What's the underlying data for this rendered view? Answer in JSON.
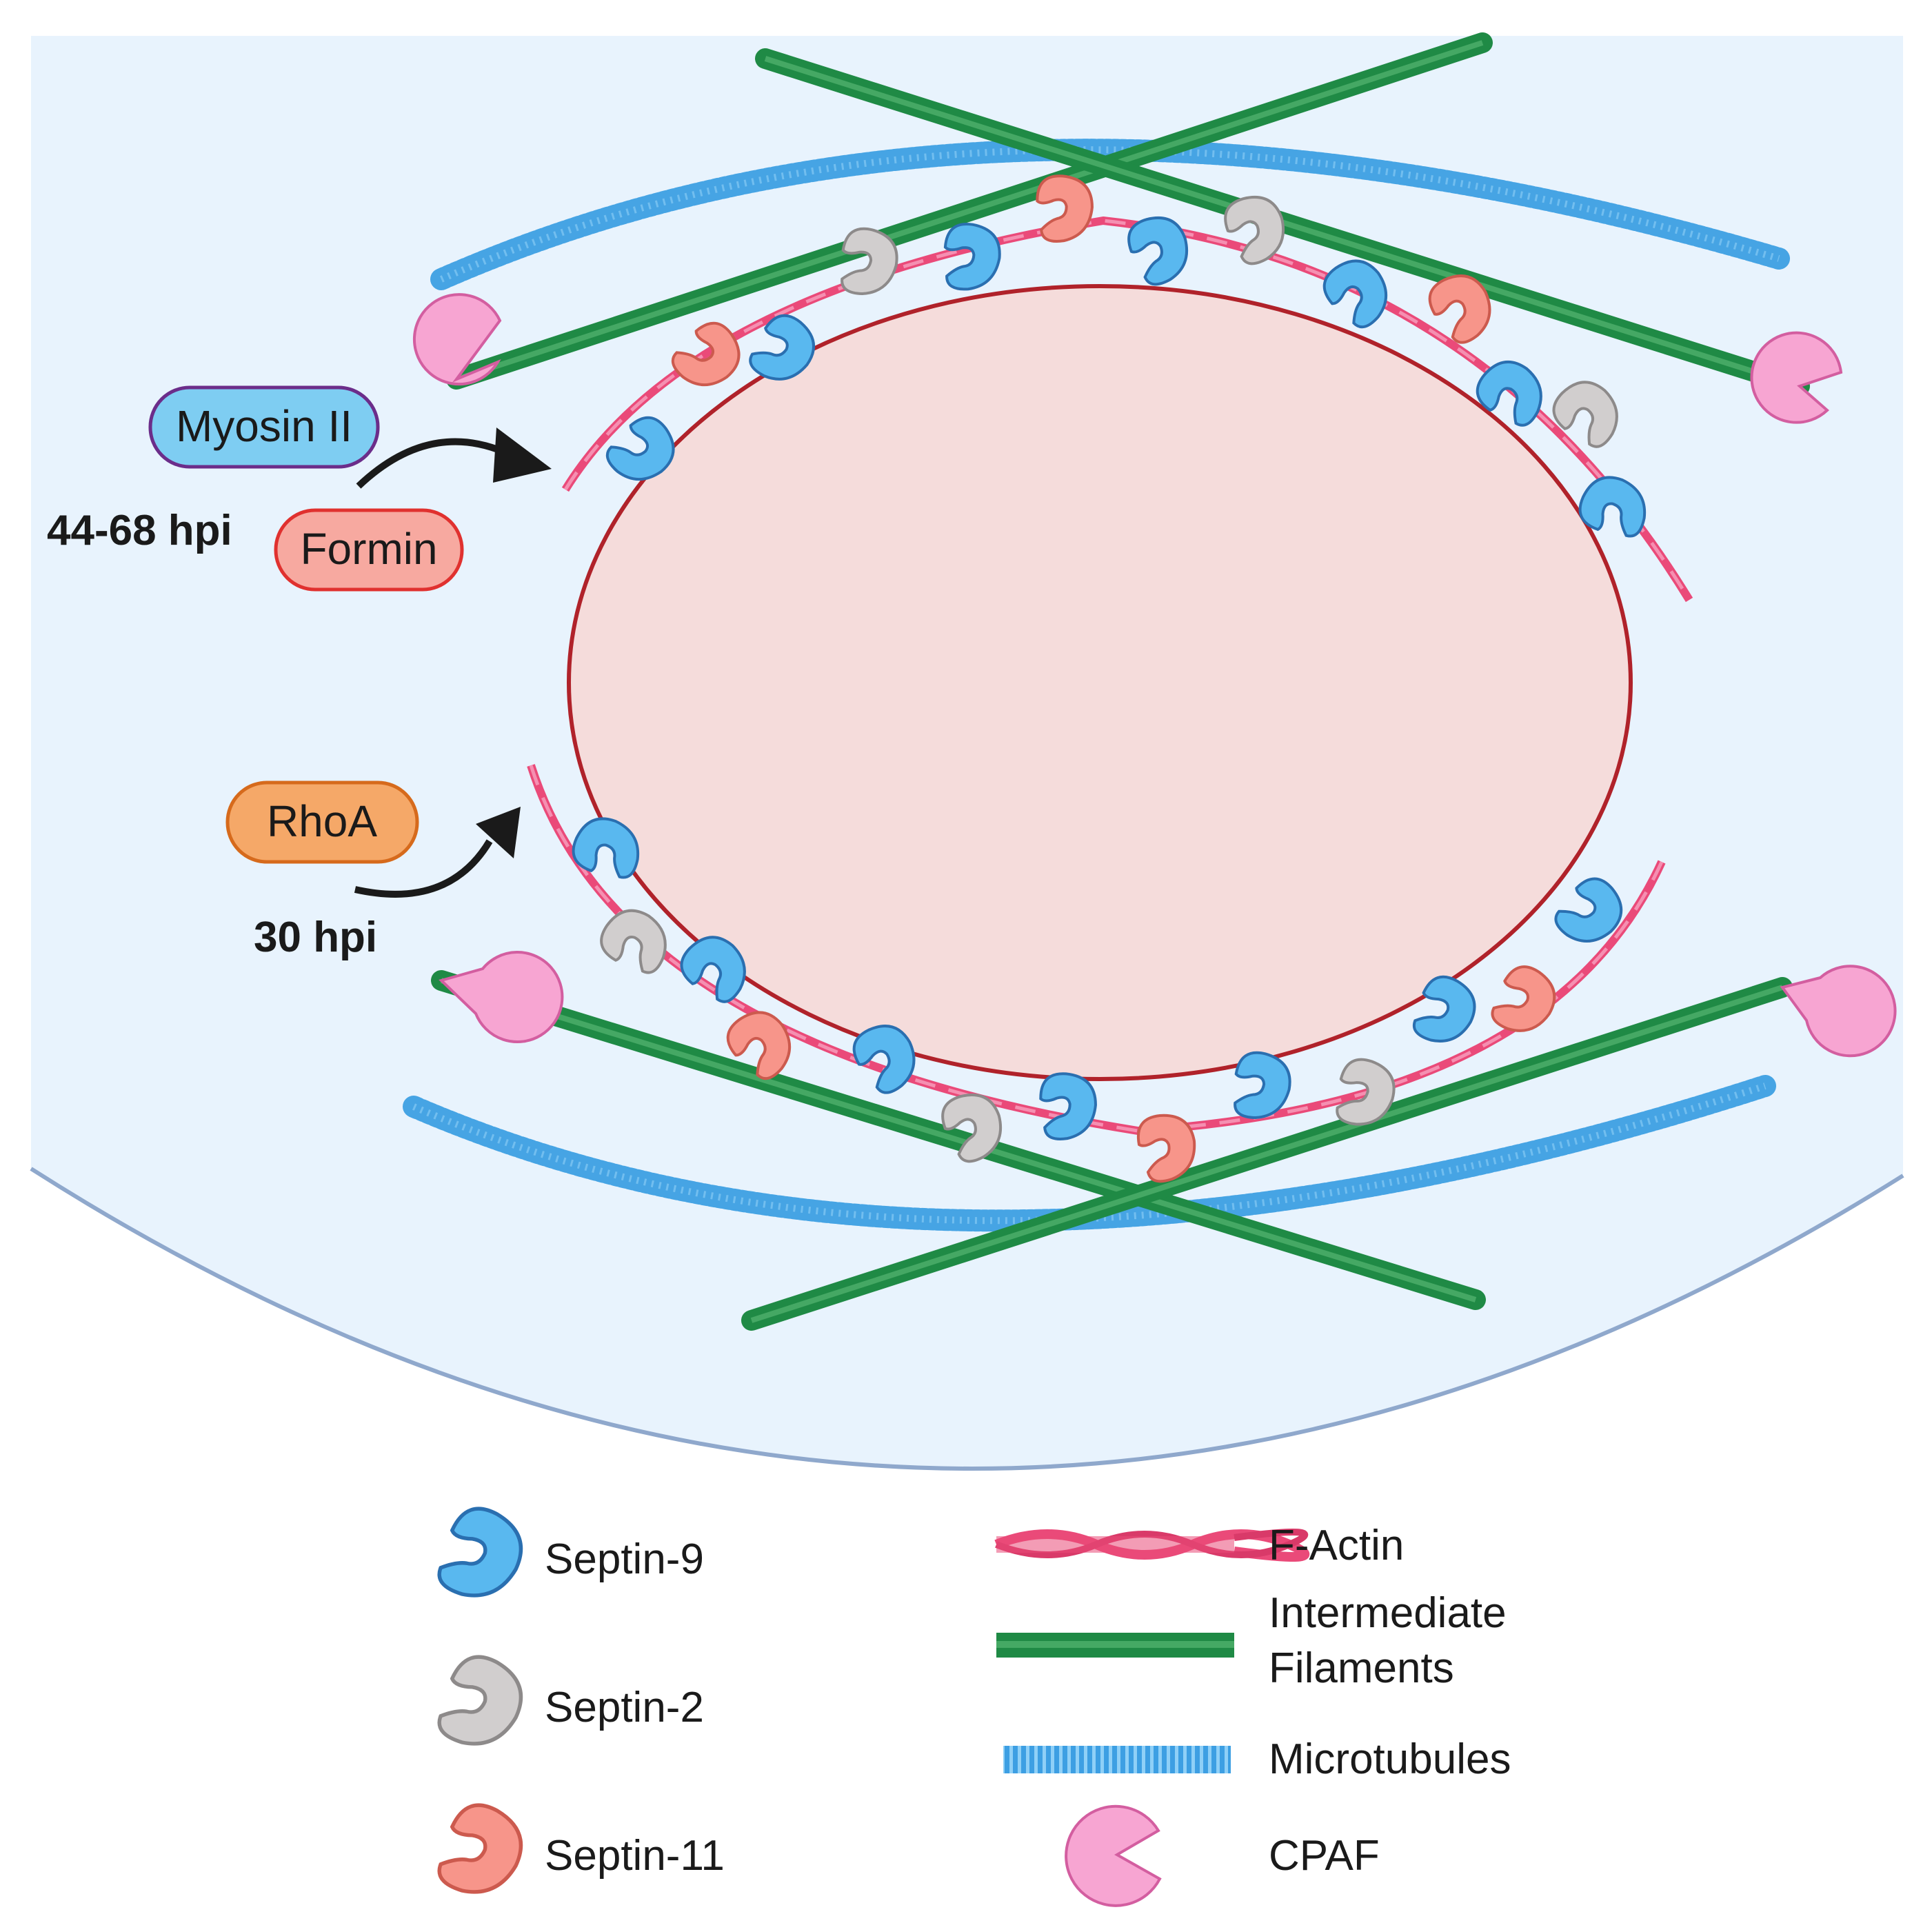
{
  "regulators": {
    "myosin": {
      "label": "Myosin II",
      "fill": "#7ecdf2",
      "stroke": "#6b2d8a"
    },
    "formin": {
      "label": "Formin",
      "fill": "#f7a9a0",
      "stroke": "#e0312f"
    },
    "rhoa": {
      "label": "RhoA",
      "fill": "#f5a868",
      "stroke": "#d66a1c"
    }
  },
  "timepoints": {
    "late": "44-68 hpi",
    "early": "30 hpi"
  },
  "legend": {
    "septin9": "Septin-9",
    "septin2": "Septin-2",
    "septin11": "Septin-11",
    "factin": "F-Actin",
    "intermediate_line1": "Intermediate",
    "intermediate_line2": "Filaments",
    "microtubules": "Microtubules",
    "cpaf": "CPAF"
  },
  "colors": {
    "cell_fill": "#e8f3fd",
    "cell_edge": "#8fa8cc",
    "inclusion_fill": "#f5dcdb",
    "inclusion_edge": "#b0222a",
    "septin9": "#59b8ef",
    "septin2": "#d1cece",
    "septin11": "#f7958a",
    "factin": "#ea4a79",
    "intermediate_filament": "#1f8a45",
    "microtubule": "#3d9fe3",
    "cpaf": "#f7a5d2"
  },
  "icons": {
    "septin": "kidney-bean-icon",
    "cpaf": "pacman-icon",
    "arrow": "curved-arrow-icon"
  }
}
